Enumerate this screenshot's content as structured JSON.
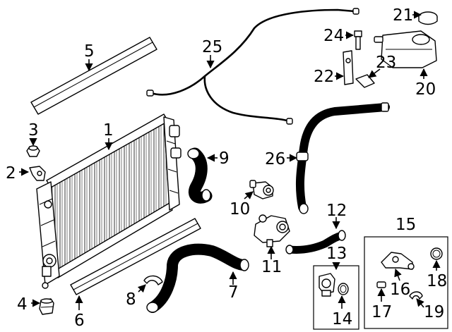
{
  "callouts": {
    "c1": "1",
    "c2": "2",
    "c3": "3",
    "c4": "4",
    "c5": "5",
    "c6": "6",
    "c7": "7",
    "c8": "8",
    "c9": "9",
    "c10": "10",
    "c11": "11",
    "c12": "12",
    "c13": "13",
    "c14": "14",
    "c15": "15",
    "c16": "16",
    "c17": "17",
    "c18": "18",
    "c19": "19",
    "c20": "20",
    "c21": "21",
    "c22": "22",
    "c23": "23",
    "c24": "24",
    "c25": "25",
    "c26": "26"
  }
}
